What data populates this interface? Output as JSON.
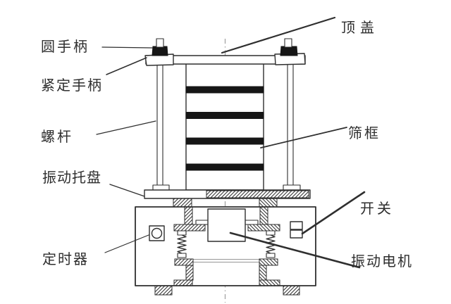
{
  "diagram": {
    "labels": {
      "round_handle": "圆手柄",
      "locking_handle": "紧定手柄",
      "screw_rod": "螺杆",
      "vibration_tray": "振动托盘",
      "timer": "定时器",
      "top_cover": "顶盖",
      "sieve_frame": "筛框",
      "switch": "开关",
      "vibration_motor": "振动电机"
    },
    "colors": {
      "line": "#2f2f2f",
      "dark": "#161616",
      "text": "#2e2e2e",
      "centerline": "#9e9e9e",
      "background": "#ffffff"
    }
  }
}
